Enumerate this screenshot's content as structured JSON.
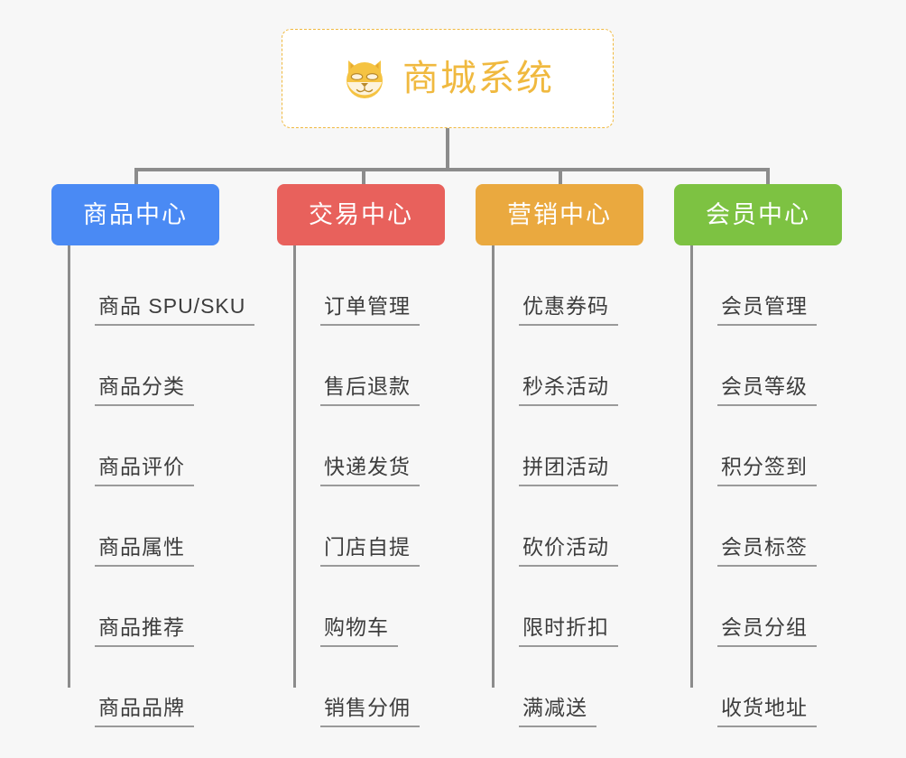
{
  "page": {
    "background_color": "#f7f7f7",
    "title": "商城系统功能架构图"
  },
  "root": {
    "label": "商城系统",
    "icon": "shiba-dog-face-icon",
    "accent_color": "#f0b93f",
    "border_style": "dashed",
    "background_color": "#ffffff"
  },
  "connector": {
    "color": "#8c8c8c"
  },
  "columns": [
    {
      "id": "product-center",
      "label": "商品中心",
      "color": "#4a8af4",
      "text_color": "#ffffff",
      "items": [
        "商品 SPU/SKU",
        "商品分类",
        "商品评价",
        "商品属性",
        "商品推荐",
        "商品品牌"
      ]
    },
    {
      "id": "trade-center",
      "label": "交易中心",
      "color": "#e8615c",
      "text_color": "#ffffff",
      "items": [
        "订单管理",
        "售后退款",
        "快递发货",
        "门店自提",
        "购物车",
        "销售分佣"
      ]
    },
    {
      "id": "marketing-center",
      "label": "营销中心",
      "color": "#eaa93f",
      "text_color": "#ffffff",
      "items": [
        "优惠券码",
        "秒杀活动",
        "拼团活动",
        "砍价活动",
        "限时折扣",
        "满减送"
      ]
    },
    {
      "id": "member-center",
      "label": "会员中心",
      "color": "#7dc242",
      "text_color": "#ffffff",
      "items": [
        "会员管理",
        "会员等级",
        "积分签到",
        "会员标签",
        "会员分组",
        "收货地址"
      ]
    }
  ]
}
